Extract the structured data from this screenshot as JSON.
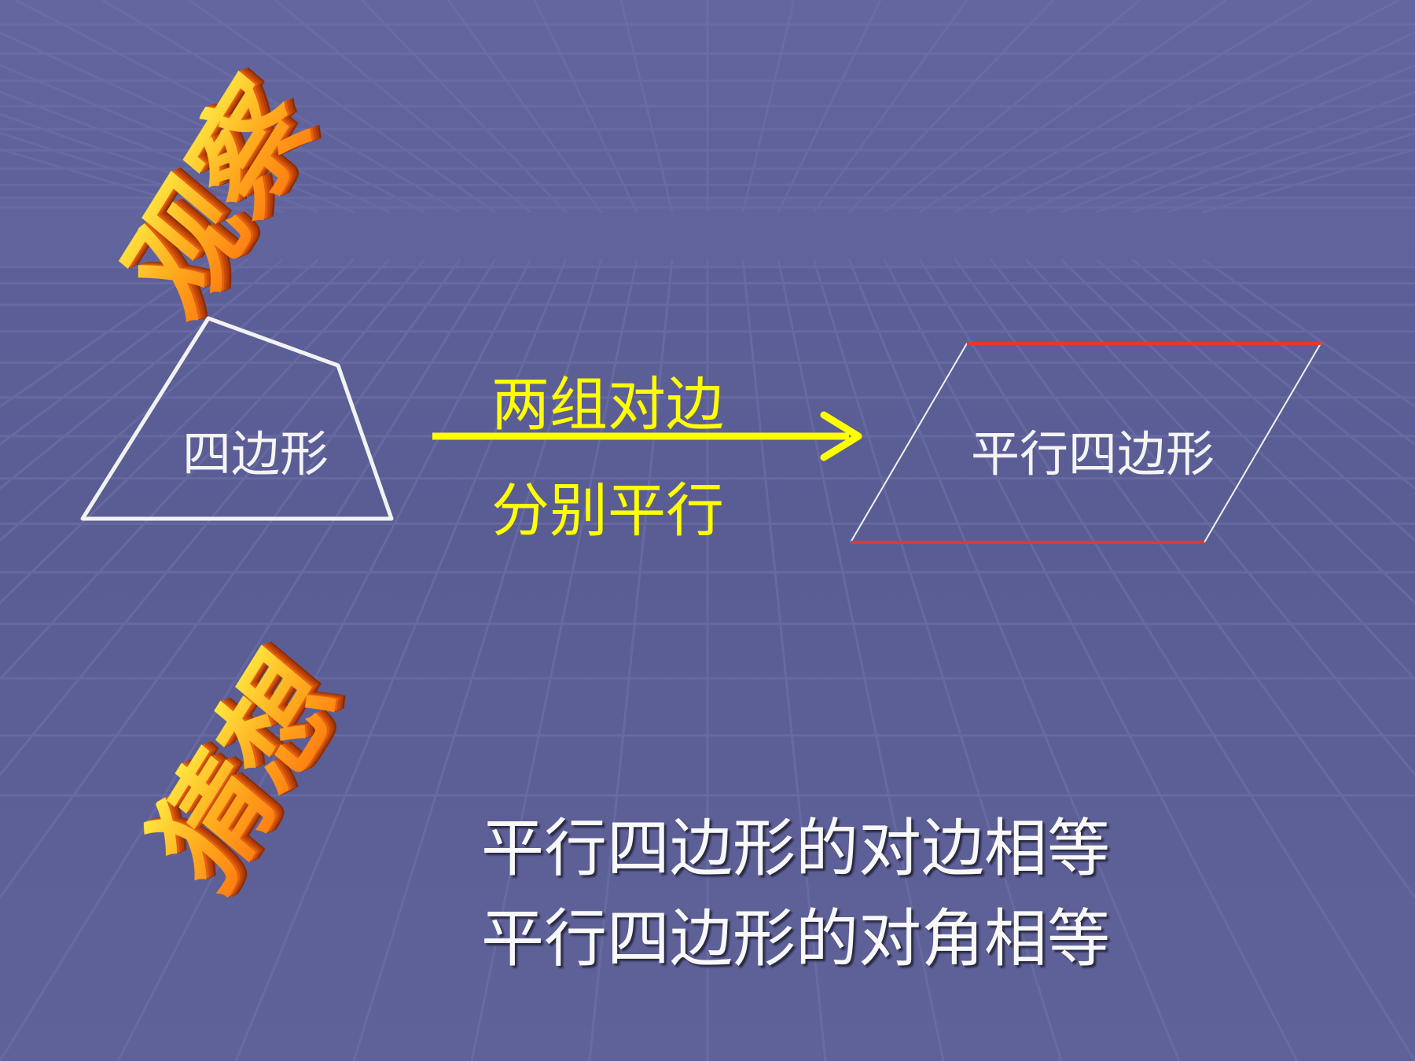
{
  "slide": {
    "heading_observe": "观察",
    "heading_guess": "猜想",
    "quadrilateral_label": "四边形",
    "condition_line1": "两组对边",
    "condition_line2": "分别平行",
    "parallelogram_label": "平行四边形",
    "conclusions": [
      "平行四边形的对边相等",
      "平行四边形的对角相等"
    ]
  },
  "colors": {
    "background": "#5f6199",
    "arrow": "#ffff00",
    "condition_text": "#ffff00",
    "parallel_sides": "#e03a2a",
    "shape_outline": "#ffffff",
    "wordart_top": "#ffe640",
    "wordart_bottom": "#ff7a10"
  }
}
